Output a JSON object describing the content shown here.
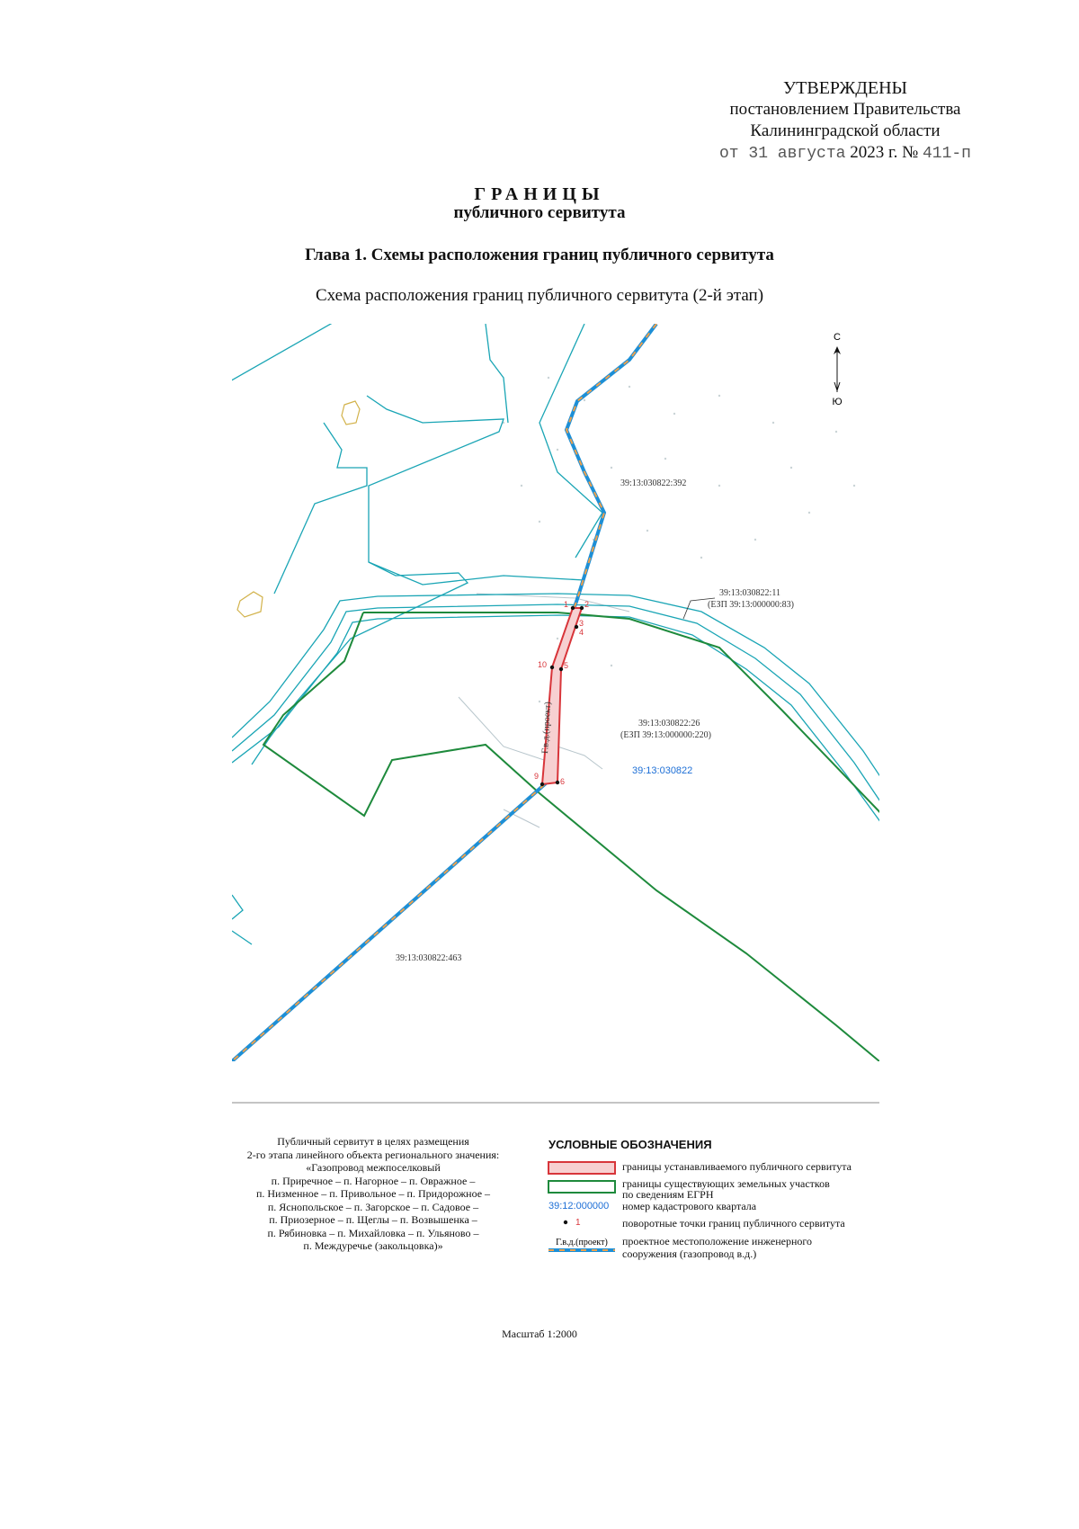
{
  "header": {
    "approved_word": "УТВЕРЖДЕНЫ",
    "approved_by_1": "постановлением Правительства",
    "approved_by_2": "Калининградской области",
    "date_prefix": "от 31 августа",
    "date_year": "2023 г. №",
    "doc_number": "411-п"
  },
  "titles": {
    "main": "ГРАНИЦЫ",
    "sub": "публичного сервитута",
    "chapter": "Глава 1. Схемы расположения границ публичного сервитута",
    "scheme": "Схема расположения границ публичного сервитута (2-й этап)"
  },
  "map": {
    "compass_north": "С",
    "compass_south": "Ю",
    "parcel_392": "39:13:030822:392",
    "parcel_11": "39:13:030822:11",
    "parcel_11_ezp": "(ЕЗП 39:13:000000:83)",
    "parcel_26": "39:13:030822:26",
    "parcel_26_ezp": "(ЕЗП 39:13:000000:220)",
    "quarter": "39:13:030822",
    "parcel_463": "39:13:030822:463",
    "pipeline_label": "Г.в.д.(проект)",
    "points": [
      "1",
      "2",
      "3",
      "4",
      "5",
      "6",
      "9",
      "10"
    ]
  },
  "purpose": {
    "lines": [
      "Публичный сервитут в целях размещения",
      "2-го этапа линейного объекта регионального значения:",
      "«Газопровод межпоселковый",
      "п. Приречное – п. Нагорное – п. Овражное –",
      "п. Низменное – п. Привольное – п. Придорожное –",
      "п. Яснопольское – п. Загорское – п. Садовое –",
      "п. Приозерное – п. Щеглы – п. Возвышенка –",
      "п. Рябиновка – п. Михайловка – п. Ульяново –",
      "п. Междуречье (закольцовка)»"
    ]
  },
  "legend": {
    "title": "УСЛОВНЫЕ ОБОЗНАЧЕНИЯ",
    "servitude": "границы устанавливаемого публичного сервитута",
    "parcels_1": "границы существующих земельных участков",
    "parcels_2": "по сведениям ЕГРН",
    "quarter_sample": "39:12:000000",
    "quarter_text": "номер кадастрового квартала",
    "point_sample": "1",
    "points_text": "поворотные точки границ публичного сервитута",
    "pipe_sample": "Г.в.д.(проект)",
    "pipe_text_1": "проектное местоположение инженерного",
    "pipe_text_2": "сооружения (газопровод в.д.)"
  },
  "scale": "Масштаб 1:2000",
  "colors": {
    "cadastral": "#1aa5b5",
    "parcel_green": "#1e8a3c",
    "servitude_red": "#d8353a",
    "pipe_blue": "#1d8fd6",
    "pipe_orange": "#f0a04a",
    "quarter_blue": "#1d6fd6"
  }
}
